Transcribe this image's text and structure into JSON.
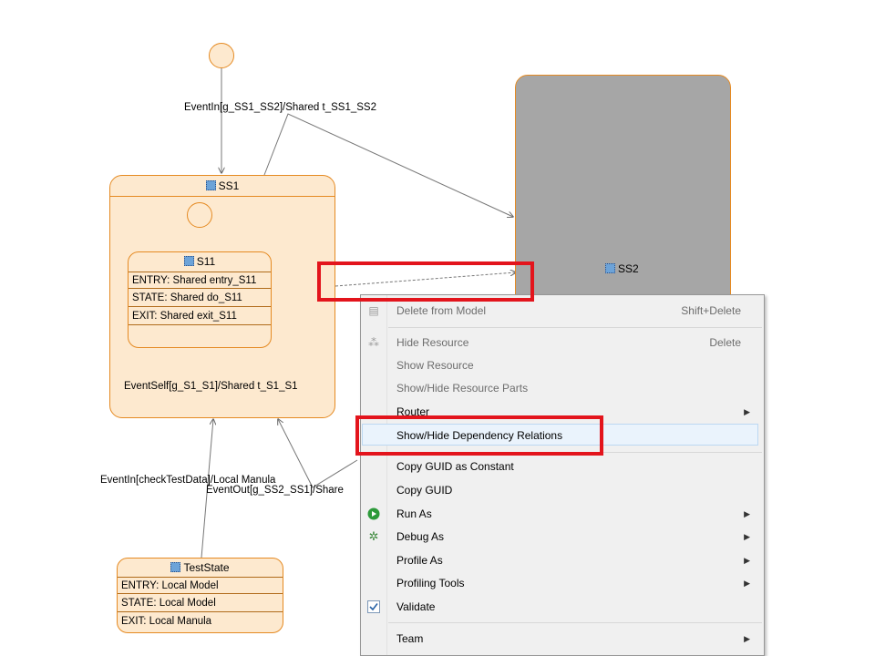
{
  "diagram": {
    "initial_top": "",
    "transitions": {
      "init_ss1": "EventIn[g_SS1_SS2]/Shared t_SS1_SS2",
      "self_s1": "EventSelf[g_S1_S1]/Shared t_S1_S1",
      "test_ss1": "EventIn[checkTestData]/Local Manula",
      "ss2_ss1": "EventOut[g_SS2_SS1]/Share"
    },
    "ss1": {
      "title": "SS1"
    },
    "s11": {
      "title": "S11",
      "rows": [
        "ENTRY: Shared entry_S11",
        "STATE: Shared do_S11",
        "EXIT: Shared exit_S11"
      ]
    },
    "ss2": {
      "title": "SS2"
    },
    "teststate": {
      "title": "TestState",
      "rows": [
        "ENTRY: Local Model",
        "STATE: Local Model",
        "EXIT: Local Manula"
      ]
    }
  },
  "context_menu": {
    "items": [
      {
        "label": "Delete from Model",
        "shortcut": "Shift+Delete",
        "icon": "delete-model-icon",
        "disabled": true
      },
      {
        "label": "Hide Resource",
        "shortcut": "Delete",
        "icon": "hide-resource-icon",
        "disabled": true
      },
      {
        "label": "Show Resource",
        "shortcut": "",
        "icon": "",
        "disabled": true
      },
      {
        "label": "Show/Hide Resource Parts",
        "shortcut": "",
        "icon": "",
        "disabled": true
      },
      {
        "label": "Router",
        "shortcut": "",
        "icon": "",
        "submenu": true
      },
      {
        "label": "Show/Hide Dependency Relations",
        "shortcut": "",
        "icon": "",
        "highlighted": true
      },
      {
        "label": "Copy GUID as Constant",
        "shortcut": "",
        "icon": ""
      },
      {
        "label": "Copy GUID",
        "shortcut": "",
        "icon": ""
      },
      {
        "label": "Run As",
        "shortcut": "",
        "icon": "run-icon",
        "submenu": true
      },
      {
        "label": "Debug As",
        "shortcut": "",
        "icon": "debug-bug-icon",
        "submenu": true
      },
      {
        "label": "Profile As",
        "shortcut": "",
        "icon": "",
        "submenu": true
      },
      {
        "label": "Profiling Tools",
        "shortcut": "",
        "icon": "",
        "submenu": true
      },
      {
        "label": "Validate",
        "shortcut": "",
        "icon": "validate-check-icon"
      },
      {
        "label": "Team",
        "shortcut": "",
        "icon": "",
        "submenu": true
      }
    ]
  },
  "colors": {
    "state_fill": "#fde9cf",
    "state_border": "#e58a22",
    "ss2_fill": "#a6a6a6",
    "highlight": "#e3141c",
    "menu_bg": "#f0f0f0"
  }
}
